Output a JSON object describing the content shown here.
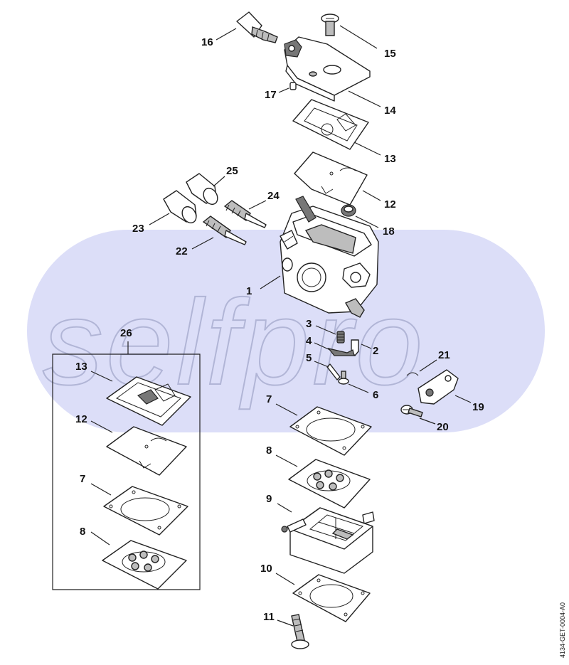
{
  "watermark": {
    "text": "selfpro",
    "color": "#dcdef8"
  },
  "document_code": "4134-GET-0004-A0",
  "kit": {
    "label": "26"
  },
  "labels": {
    "p1": "1",
    "p2": "2",
    "p3": "3",
    "p4": "4",
    "p5": "5",
    "p6": "6",
    "p7": "7",
    "p8": "8",
    "p9": "9",
    "p10": "10",
    "p11": "11",
    "p12": "12",
    "p13": "13",
    "p14": "14",
    "p15": "15",
    "p16": "16",
    "p17": "17",
    "p18": "18",
    "p19": "19",
    "p20": "20",
    "p21": "21",
    "p22": "22",
    "p23": "23",
    "p24": "24",
    "p25": "25",
    "p26": "26",
    "k13": "13",
    "k12": "12",
    "k7": "7",
    "k8": "8"
  }
}
